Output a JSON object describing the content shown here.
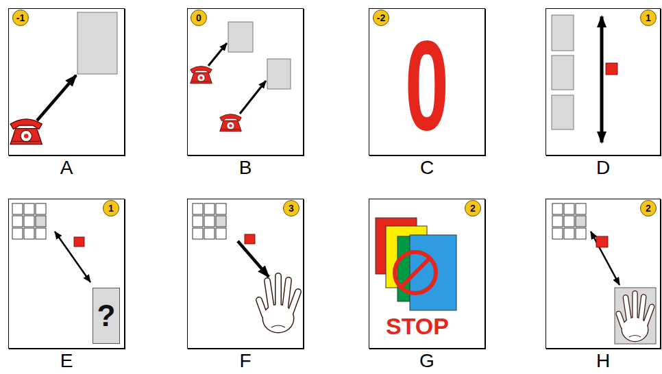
{
  "diagram": {
    "nodes": [
      {
        "text": [
          "A"
        ]
      },
      {
        "text": [
          "B"
        ]
      },
      {
        "text": [
          "0",
          "C"
        ]
      },
      {
        "text": [
          "D"
        ]
      },
      {
        "text": [
          "E"
        ]
      },
      {
        "text": [
          "F"
        ]
      },
      {
        "text": [
          "STOP",
          "G"
        ]
      },
      {
        "text": [
          "H"
        ]
      },
      {
        "text": [
          "-1"
        ],
        "in": 0
      },
      {
        "text": [
          "0"
        ],
        "in": 1
      },
      {
        "text": [
          "-2"
        ],
        "in": 2
      },
      {
        "text": [
          "1"
        ],
        "in": 3
      },
      {
        "text": [
          "1"
        ],
        "in": 4
      },
      {
        "text": [
          "3"
        ],
        "in": 5
      },
      {
        "text": [
          "2"
        ],
        "in": 6
      },
      {
        "text": [
          "2"
        ],
        "in": 7
      },
      {
        "text": [
          "?"
        ],
        "in": 4
      }
    ]
  }
}
